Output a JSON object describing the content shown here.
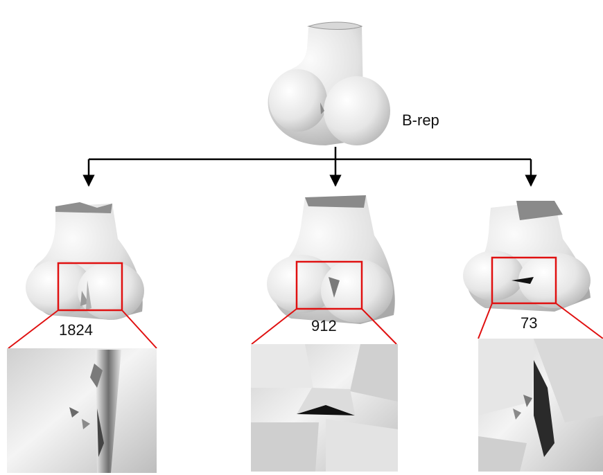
{
  "root_label": "B-rep",
  "variants": [
    {
      "label": "1824"
    },
    {
      "label": "912"
    },
    {
      "label": "73"
    }
  ],
  "colors": {
    "highlight": "#e01010",
    "arrow": "#000000",
    "surface_light": "#f2f2f2",
    "surface_mid": "#c8c8c8",
    "surface_dark": "#7a7a7a",
    "hole": "#111111"
  }
}
